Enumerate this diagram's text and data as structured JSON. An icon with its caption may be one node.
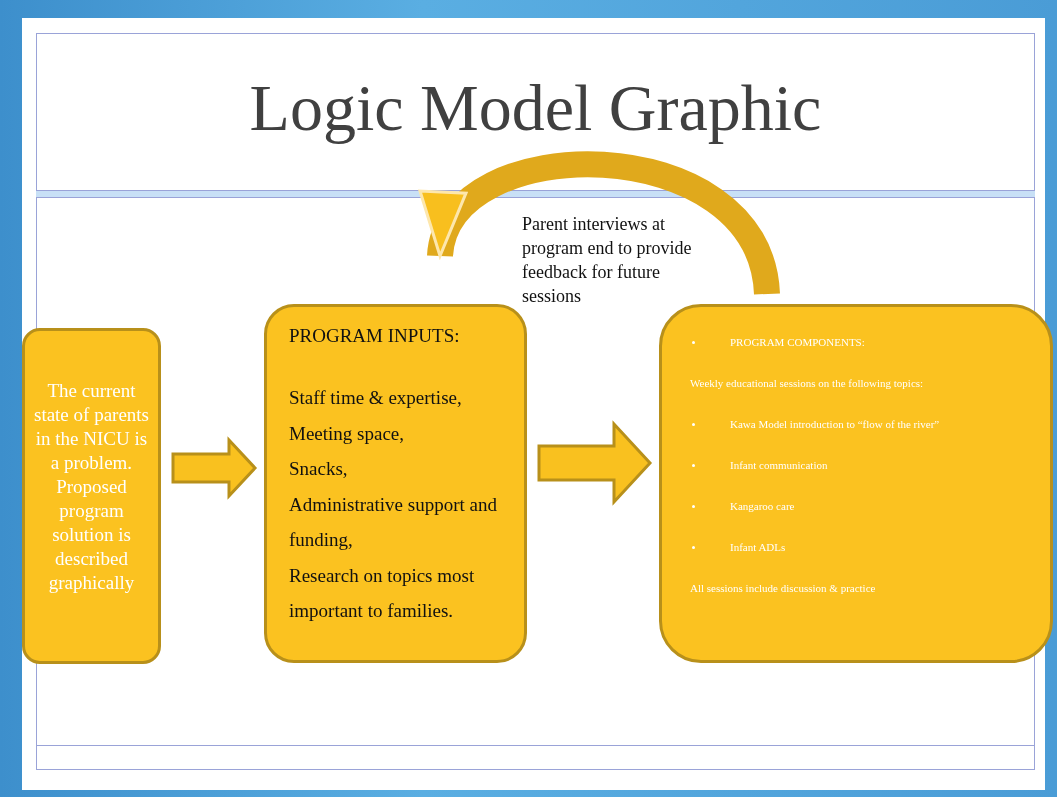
{
  "diagram": {
    "title": "Logic Model Graphic",
    "nodes": [
      {
        "text": [
          "The current state of parents in the NICU is a problem. Proposed program solution is described graphically"
        ]
      },
      {
        "text": [
          "PROGRAM INPUTS:",
          "Staff time & expertise,",
          "Meeting space,",
          "Snacks,",
          "Administrative support and funding,",
          "Research on topics most important to families."
        ]
      },
      {
        "text": [
          "PROGRAM COMPONENTS:",
          "Weekly educational sessions on the following topics:",
          "Kawa Model introduction to “flow of the river”",
          "Infant communication",
          "Kangaroo care",
          "Infant ADLs",
          "All sessions include discussion & practice"
        ]
      }
    ],
    "edges": [
      {
        "from": 0,
        "to": 1,
        "arrow": "to"
      },
      {
        "from": 1,
        "to": 2,
        "arrow": "to"
      },
      {
        "from": 2,
        "to": 1,
        "arrow": "to",
        "label": "Parent interviews at program end to provide feedback for future sessions"
      }
    ]
  }
}
